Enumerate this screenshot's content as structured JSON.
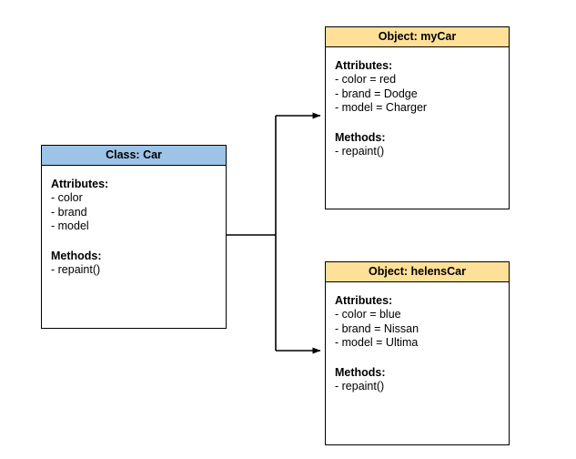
{
  "diagram": {
    "type": "uml-class-object-instantiation",
    "background_color": "#ffffff",
    "line_color": "#000000"
  },
  "nodes": {
    "class_car": {
      "header": "Class: Car",
      "header_color": "#9dc3e6",
      "attributes_label": "Attributes:",
      "attributes": [
        "- color",
        "- brand",
        "- model"
      ],
      "methods_label": "Methods:",
      "methods": [
        "- repaint()"
      ]
    },
    "object_mycar": {
      "header": "Object: myCar",
      "header_color": "#ffe099",
      "attributes_label": "Attributes:",
      "attributes": [
        "- color = red",
        "- brand = Dodge",
        "- model = Charger"
      ],
      "methods_label": "Methods:",
      "methods": [
        "- repaint()"
      ]
    },
    "object_helenscar": {
      "header": "Object: helensCar",
      "header_color": "#ffe099",
      "attributes_label": "Attributes:",
      "attributes": [
        "- color = blue",
        "- brand = Nissan",
        "- model = Ultima"
      ],
      "methods_label": "Methods:",
      "methods": [
        "- repaint()"
      ]
    }
  },
  "connectors": [
    {
      "name": "class-to-mycar",
      "from": "class_car",
      "to": "object_mycar",
      "arrowhead": "solid-triangle"
    },
    {
      "name": "class-to-helenscar",
      "from": "class_car",
      "to": "object_helenscar",
      "arrowhead": "solid-triangle"
    }
  ]
}
